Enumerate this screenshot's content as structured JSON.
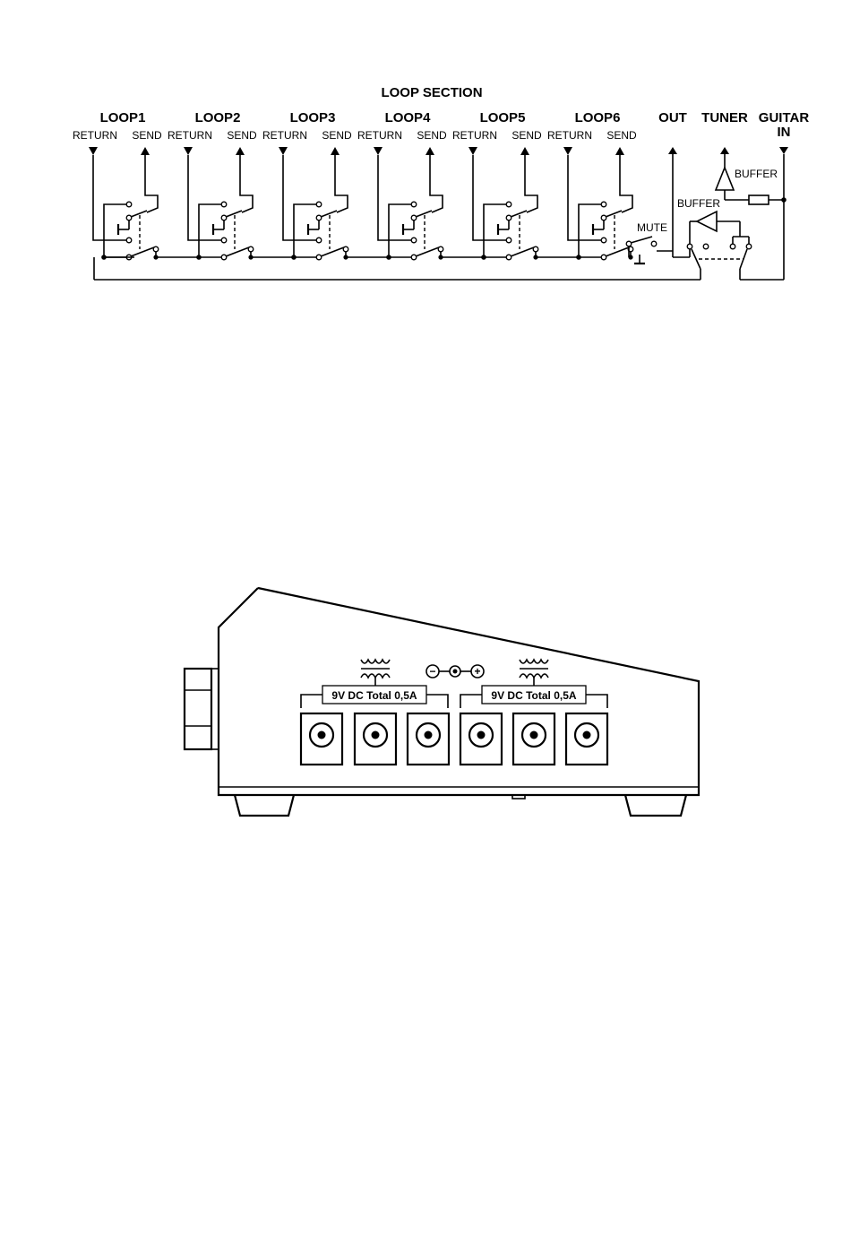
{
  "loop_section": {
    "title": "LOOP SECTION",
    "loops": [
      {
        "name": "LOOP1",
        "return": "RETURN",
        "send": "SEND"
      },
      {
        "name": "LOOP2",
        "return": "RETURN",
        "send": "SEND"
      },
      {
        "name": "LOOP3",
        "return": "RETURN",
        "send": "SEND"
      },
      {
        "name": "LOOP4",
        "return": "RETURN",
        "send": "SEND"
      },
      {
        "name": "LOOP5",
        "return": "RETURN",
        "send": "SEND"
      },
      {
        "name": "LOOP6",
        "return": "RETURN",
        "send": "SEND"
      }
    ],
    "out": "OUT",
    "tuner": "TUNER",
    "guitar_line1": "GUITAR",
    "guitar_line2": "IN",
    "mute": "MUTE",
    "buffer_top": "BUFFER",
    "buffer_bottom": "BUFFER"
  },
  "power_panel": {
    "label_left": "9V DC  Total 0,5A",
    "label_right": "9V DC  Total 0,5A",
    "polarity_minus": "−",
    "polarity_plus": "+"
  }
}
